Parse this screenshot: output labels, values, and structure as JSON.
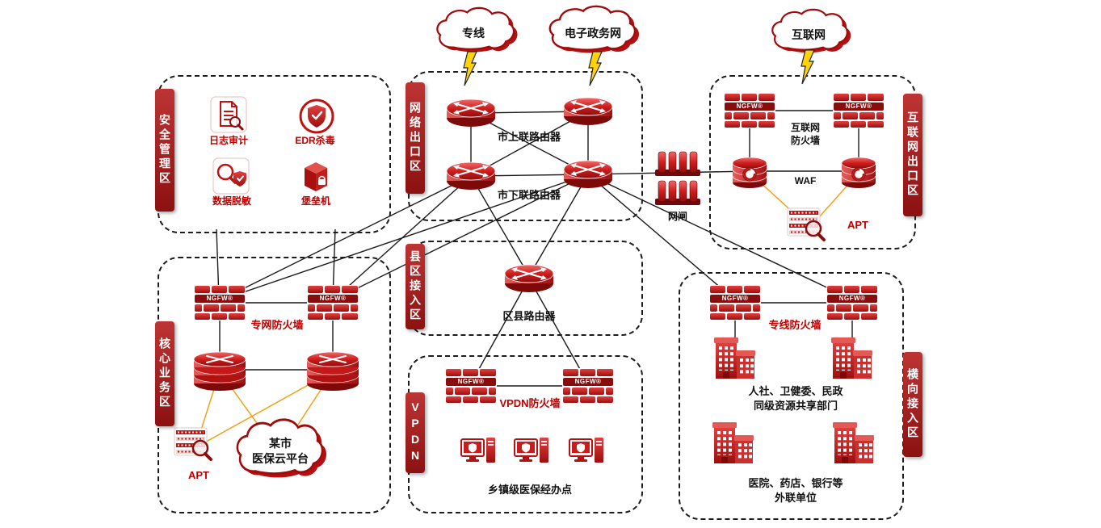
{
  "clouds": {
    "dedicated": "专线",
    "egov": "电子政务网",
    "internet": "互联网",
    "medical": "某市\n医保云平台"
  },
  "zones": {
    "security": {
      "tab": "安全管理区",
      "items": [
        {
          "label": "日志审计"
        },
        {
          "label": "EDR杀毒"
        },
        {
          "label": "数据脱敏"
        },
        {
          "label": "堡垒机"
        }
      ]
    },
    "network_exit": {
      "tab": "网络出口区",
      "uplink_router": "市上联路由器",
      "downlink_router": "市下联路由器"
    },
    "internet_exit": {
      "tab": "互联网出口区",
      "firewall": "互联网\n防火墙",
      "waf": "WAF",
      "apt": "APT"
    },
    "county_access": {
      "tab": "县区接入区",
      "router": "区县路由器"
    },
    "core_business": {
      "tab": "核心业务区",
      "firewall": "专网防火墙",
      "apt": "APT"
    },
    "vpdn": {
      "tab": "VPDN",
      "firewall": "VPDN防火墙",
      "endpoints": "乡镇级医保经办点"
    },
    "horizontal_access": {
      "tab": "横向接入区",
      "firewall": "专线防火墙",
      "dept": "人社、卫健委、民政\n同级资源共享部门",
      "external": "医院、药店、银行等\n外联单位"
    }
  },
  "gateway": "网闸",
  "device": {
    "ngfw": "NGFW®"
  },
  "colors": {
    "red": "#C01212",
    "tab_maroon": "#A31D1D",
    "wire": "#1A1A1A",
    "accent_yellow": "#F0A11B"
  }
}
